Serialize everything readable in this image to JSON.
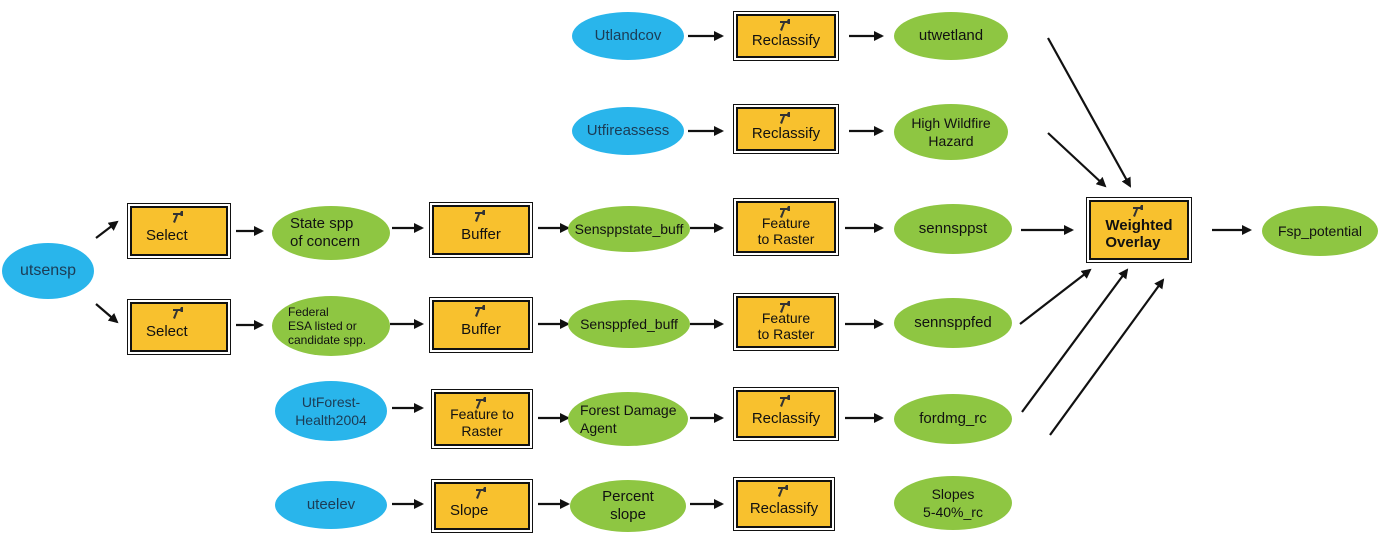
{
  "inputs": {
    "utlandcov": "Utlandcov",
    "utfireassess": "Utfireassess",
    "utsensp": "utsensp",
    "utforesthealth": "UtForest-\nHealth2004",
    "uteelev": "uteelev"
  },
  "tools": {
    "reclassify_1": "Reclassify",
    "reclassify_2": "Reclassify",
    "select_1": "Select",
    "select_2": "Select",
    "buffer_1": "Buffer",
    "buffer_2": "Buffer",
    "feature_to_raster_1": "Feature\nto Raster",
    "feature_to_raster_2": "Feature\nto Raster",
    "feature_to_raster_3": "Feature to\nRaster",
    "reclassify_3": "Reclassify",
    "slope": "Slope",
    "reclassify_4": "Reclassify",
    "weighted_overlay": "Weighted\nOverlay"
  },
  "outputs": {
    "utwetland": "utwetland",
    "high_wildfire": "High Wildfire\nHazard",
    "state_spp": "State spp\nof concern",
    "federal_esa": "Federal\nESA  listed or\ncandidate spp.",
    "sensppstate_buff": "Sensppstate_buff",
    "senssppfed_buff": "Sensppfed_buff",
    "sennsppst": "sennsppst",
    "sennsppfed": "sennsppfed",
    "forest_damage": "Forest Damage\nAgent",
    "fordmg_rc": "fordmg_rc",
    "percent_slope": "Percent\nslope",
    "slopes_rc": "Slopes\n5-40%_rc",
    "fsp_potential": "Fsp_potential"
  },
  "colors": {
    "input": "#29b5eb",
    "data": "#8ec642",
    "tool": "#f8c12e",
    "arrow": "#111111"
  },
  "icons": {
    "tool_icon": "hammer-icon"
  }
}
